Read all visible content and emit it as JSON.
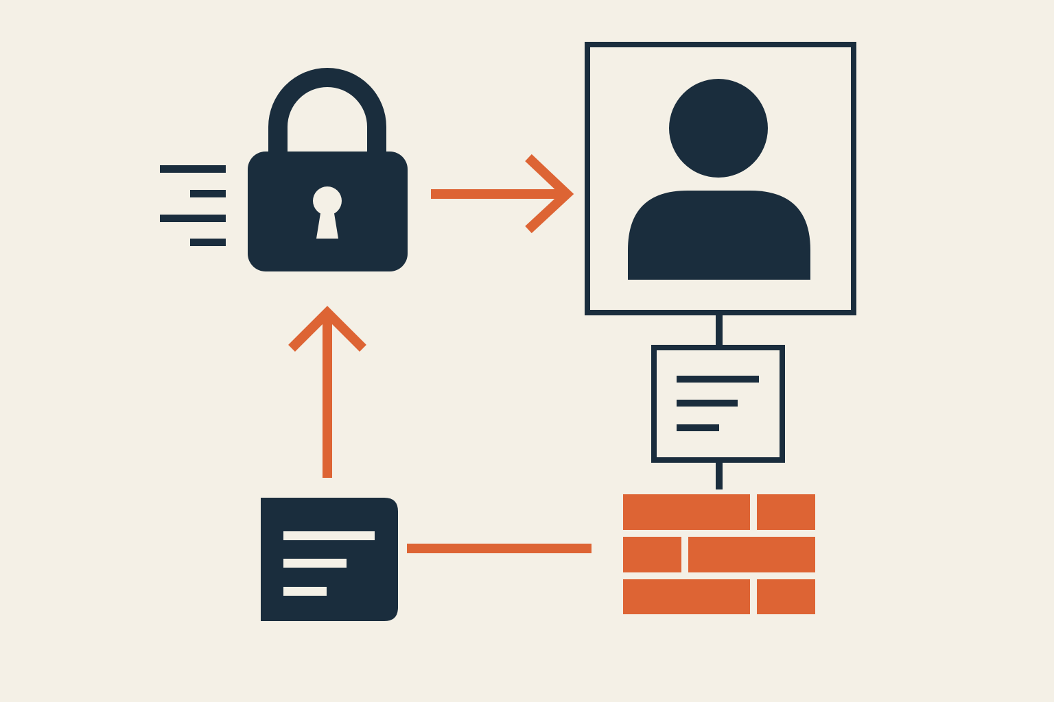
{
  "colors": {
    "background": "#f4f0e6",
    "navy": "#1a2d3d",
    "accent": "#dd6434"
  },
  "nodes": [
    {
      "id": "lock",
      "icon": "padlock-icon",
      "interactable": false
    },
    {
      "id": "user-profile",
      "icon": "user-avatar-icon",
      "interactable": false
    },
    {
      "id": "document-card",
      "icon": "document-lines-icon",
      "interactable": false
    },
    {
      "id": "dark-document",
      "icon": "dark-document-icon",
      "interactable": false
    },
    {
      "id": "firewall",
      "icon": "brick-wall-icon",
      "interactable": false
    }
  ],
  "edges": [
    {
      "from": "lock",
      "to": "user-profile",
      "style": "arrow",
      "color": "accent"
    },
    {
      "from": "dark-document",
      "to": "lock",
      "style": "arrow",
      "color": "accent"
    },
    {
      "from": "dark-document",
      "to": "firewall",
      "style": "line",
      "color": "accent"
    },
    {
      "from": "user-profile",
      "to": "document-card",
      "style": "line",
      "color": "navy"
    },
    {
      "from": "document-card",
      "to": "firewall",
      "style": "line",
      "color": "navy"
    }
  ]
}
